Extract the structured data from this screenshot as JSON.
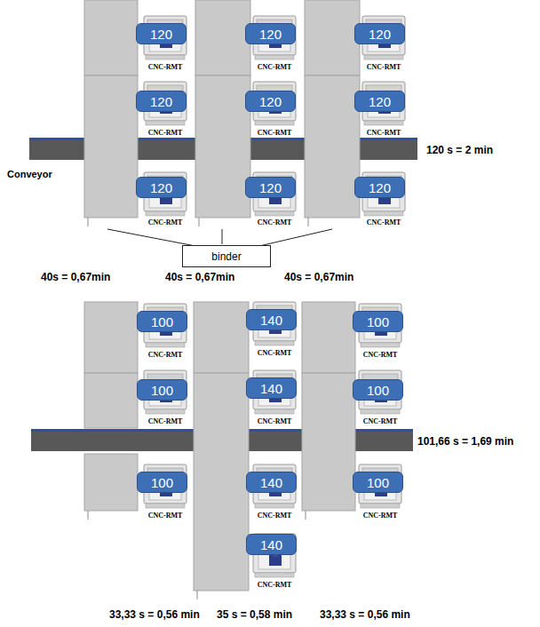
{
  "diagram": {
    "nodes": [
      {
        "text": [
          "120"
        ]
      },
      {
        "text": [
          "120"
        ]
      },
      {
        "text": [
          "120"
        ]
      },
      {
        "text": [
          "120"
        ]
      },
      {
        "text": [
          "120"
        ]
      },
      {
        "text": [
          "120"
        ]
      },
      {
        "text": [
          "120"
        ]
      },
      {
        "text": [
          "120"
        ]
      },
      {
        "text": [
          "120"
        ]
      },
      {
        "text": [
          "binder"
        ]
      },
      {
        "text": [
          "100"
        ]
      },
      {
        "text": [
          "140"
        ]
      },
      {
        "text": [
          "100"
        ]
      },
      {
        "text": [
          "100"
        ]
      },
      {
        "text": [
          "140"
        ]
      },
      {
        "text": [
          "100"
        ]
      },
      {
        "text": [
          "100"
        ]
      },
      {
        "text": [
          "140"
        ]
      },
      {
        "text": [
          "100"
        ]
      },
      {
        "text": [
          "140"
        ]
      }
    ],
    "labels": [
      "CNC-RMT",
      "CNC-RMT",
      "CNC-RMT",
      "CNC-RMT",
      "CNC-RMT",
      "CNC-RMT",
      "120 s = 2 min",
      "Conveyor",
      "CNC-RMT",
      "CNC-RMT",
      "CNC-RMT",
      "40s = 0,67min",
      "40s = 0,67min",
      "40s = 0,67min",
      "CNC-RMT",
      "CNC-RMT",
      "CNC-RMT",
      "CNC-RMT",
      "CNC-RMT",
      "CNC-RMT",
      "101,66 s = 1,69 min",
      "CNC-RMT",
      "CNC-RMT",
      "CNC-RMT",
      "CNC-RMT",
      "33,33 s = 0,56 min",
      "35 s = 0,58 min",
      "33,33 s = 0,56 min"
    ]
  }
}
